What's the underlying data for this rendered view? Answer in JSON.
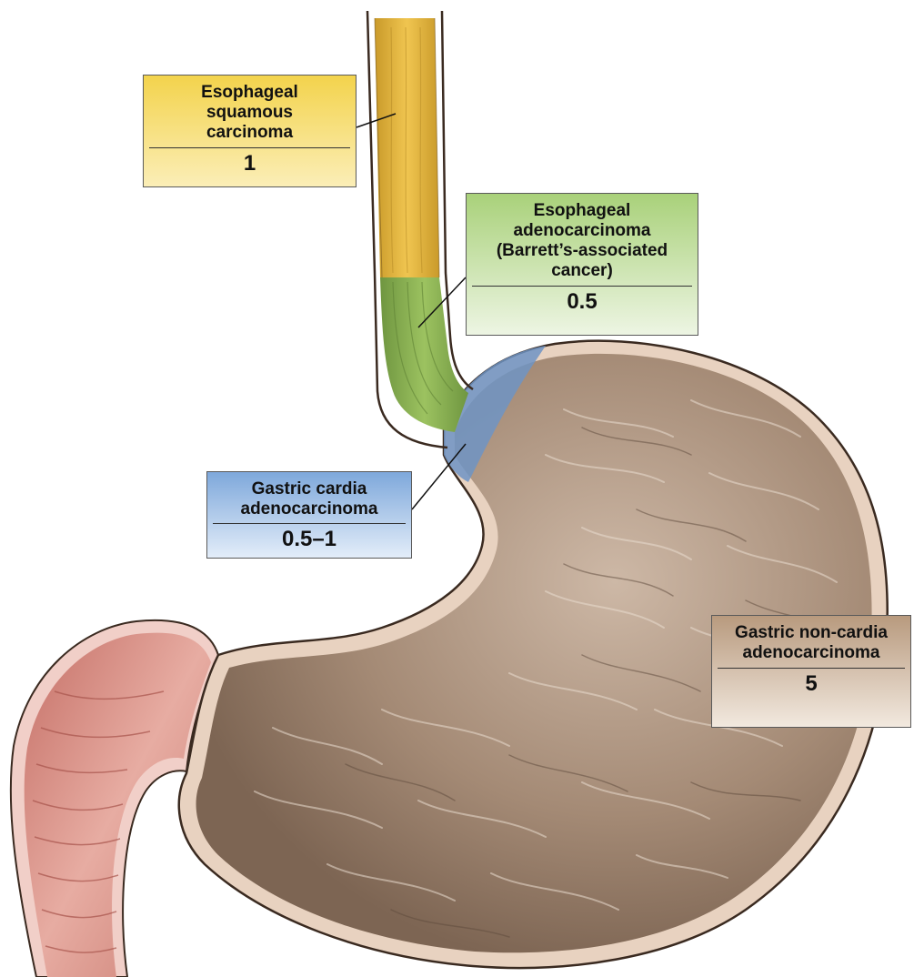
{
  "labels": {
    "squamous": {
      "name": "Esophageal squamous carcinoma",
      "value": "1",
      "color": "#f3d34c"
    },
    "adeno": {
      "name": "Esophageal adenocarcinoma (Barrett’s-associated cancer)",
      "value": "0.5",
      "color": "#a9d17a"
    },
    "cardia": {
      "name": "Gastric cardia adenocarcinoma",
      "value": "0.5–1",
      "color": "#7ea8db"
    },
    "noncardia": {
      "name": "Gastric non-cardia adenocarcinoma",
      "value": "5",
      "color": "#b89a7e"
    }
  },
  "colors": {
    "esophagus_yellow": "#e8b840",
    "esophagus_green": "#8db352",
    "cardia_blue": "#6f94c4",
    "stomach_brown": "#9a806c",
    "duodenum_pink": "#d99a90",
    "outline": "#3a2a20"
  }
}
